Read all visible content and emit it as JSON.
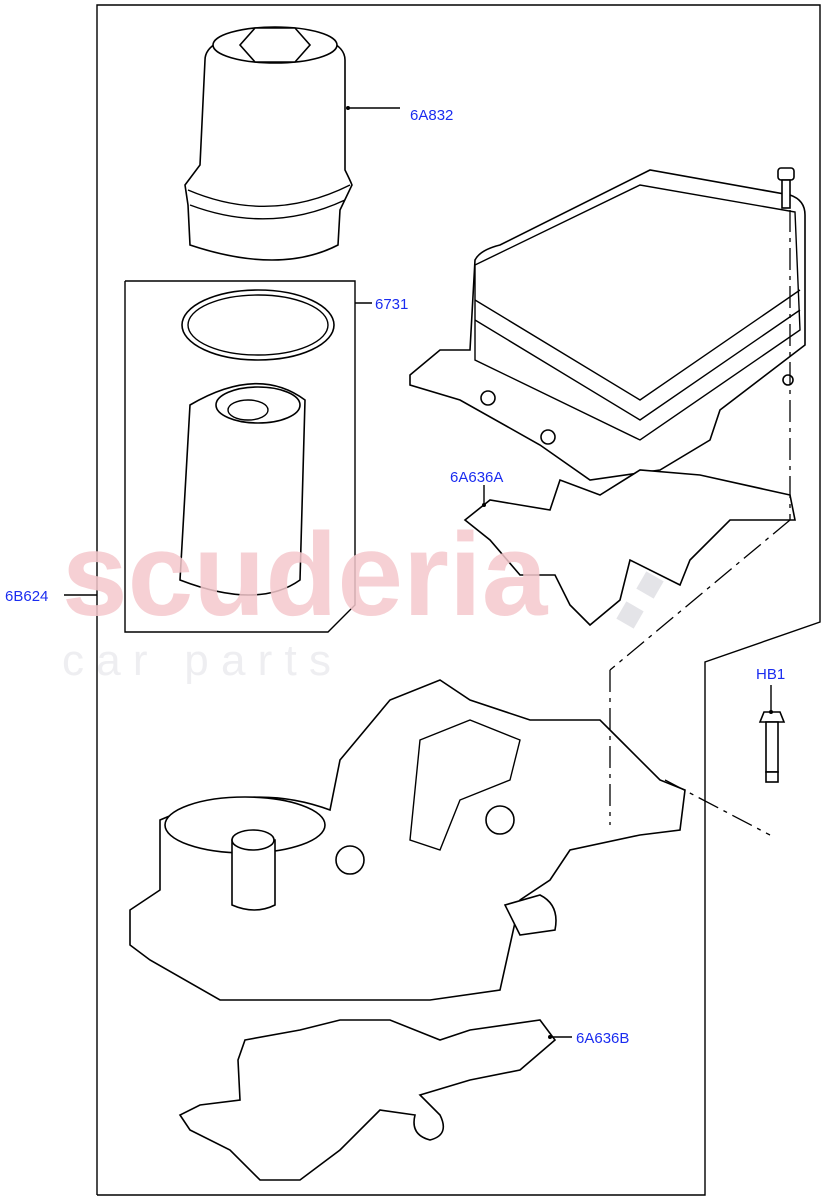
{
  "diagram": {
    "labels": {
      "oil_filter_cap": "6A832",
      "filter_element": "6731",
      "cooler_gasket": "6A636A",
      "filter_housing_assembly": "6B624",
      "bolt": "HB1",
      "housing_gasket": "6A636B"
    },
    "watermark": {
      "brand": "scuderia",
      "tagline": "c a r   p a r t s"
    },
    "label_color": "#1a2cf0"
  }
}
